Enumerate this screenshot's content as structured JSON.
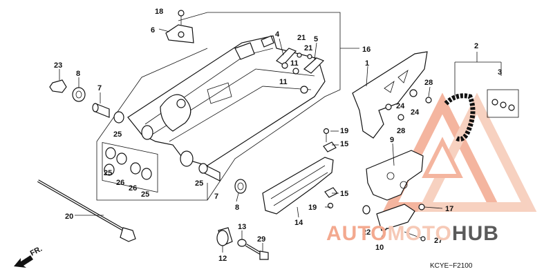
{
  "diagram": {
    "code": "KCYE−F2100",
    "direction": "FR.",
    "watermark": {
      "prefix": "AUTO",
      "middle": "MOTO",
      "suffix": "HUB",
      "color_primary": "#f3a98f",
      "color_secondary": "#f6c9b6",
      "color_dark": "#5a5a5a"
    },
    "labels": [
      {
        "id": "18",
        "text": "18"
      },
      {
        "id": "6",
        "text": "6"
      },
      {
        "id": "4",
        "text": "4"
      },
      {
        "id": "21a",
        "text": "21"
      },
      {
        "id": "5",
        "text": "5"
      },
      {
        "id": "21b",
        "text": "21"
      },
      {
        "id": "11a",
        "text": "11"
      },
      {
        "id": "11b",
        "text": "11"
      },
      {
        "id": "16",
        "text": "16"
      },
      {
        "id": "1",
        "text": "1"
      },
      {
        "id": "2",
        "text": "2"
      },
      {
        "id": "3",
        "text": "3"
      },
      {
        "id": "23",
        "text": "23"
      },
      {
        "id": "8a",
        "text": "8"
      },
      {
        "id": "7a",
        "text": "7"
      },
      {
        "id": "25a",
        "text": "25"
      },
      {
        "id": "25b",
        "text": "25"
      },
      {
        "id": "26a",
        "text": "26"
      },
      {
        "id": "26b",
        "text": "26"
      },
      {
        "id": "25c",
        "text": "25"
      },
      {
        "id": "25d",
        "text": "25"
      },
      {
        "id": "7b",
        "text": "7"
      },
      {
        "id": "8b",
        "text": "8"
      },
      {
        "id": "20",
        "text": "20"
      },
      {
        "id": "28a",
        "text": "28"
      },
      {
        "id": "24a",
        "text": "24"
      },
      {
        "id": "24b",
        "text": "24"
      },
      {
        "id": "28b",
        "text": "28"
      },
      {
        "id": "19a",
        "text": "19"
      },
      {
        "id": "15a",
        "text": "15"
      },
      {
        "id": "9",
        "text": "9"
      },
      {
        "id": "15b",
        "text": "15"
      },
      {
        "id": "19b",
        "text": "19"
      },
      {
        "id": "14",
        "text": "14"
      },
      {
        "id": "17",
        "text": "17"
      },
      {
        "id": "22",
        "text": "22"
      },
      {
        "id": "27",
        "text": "27"
      },
      {
        "id": "10",
        "text": "10"
      },
      {
        "id": "13",
        "text": "13"
      },
      {
        "id": "29",
        "text": "29"
      },
      {
        "id": "12",
        "text": "12"
      }
    ]
  }
}
